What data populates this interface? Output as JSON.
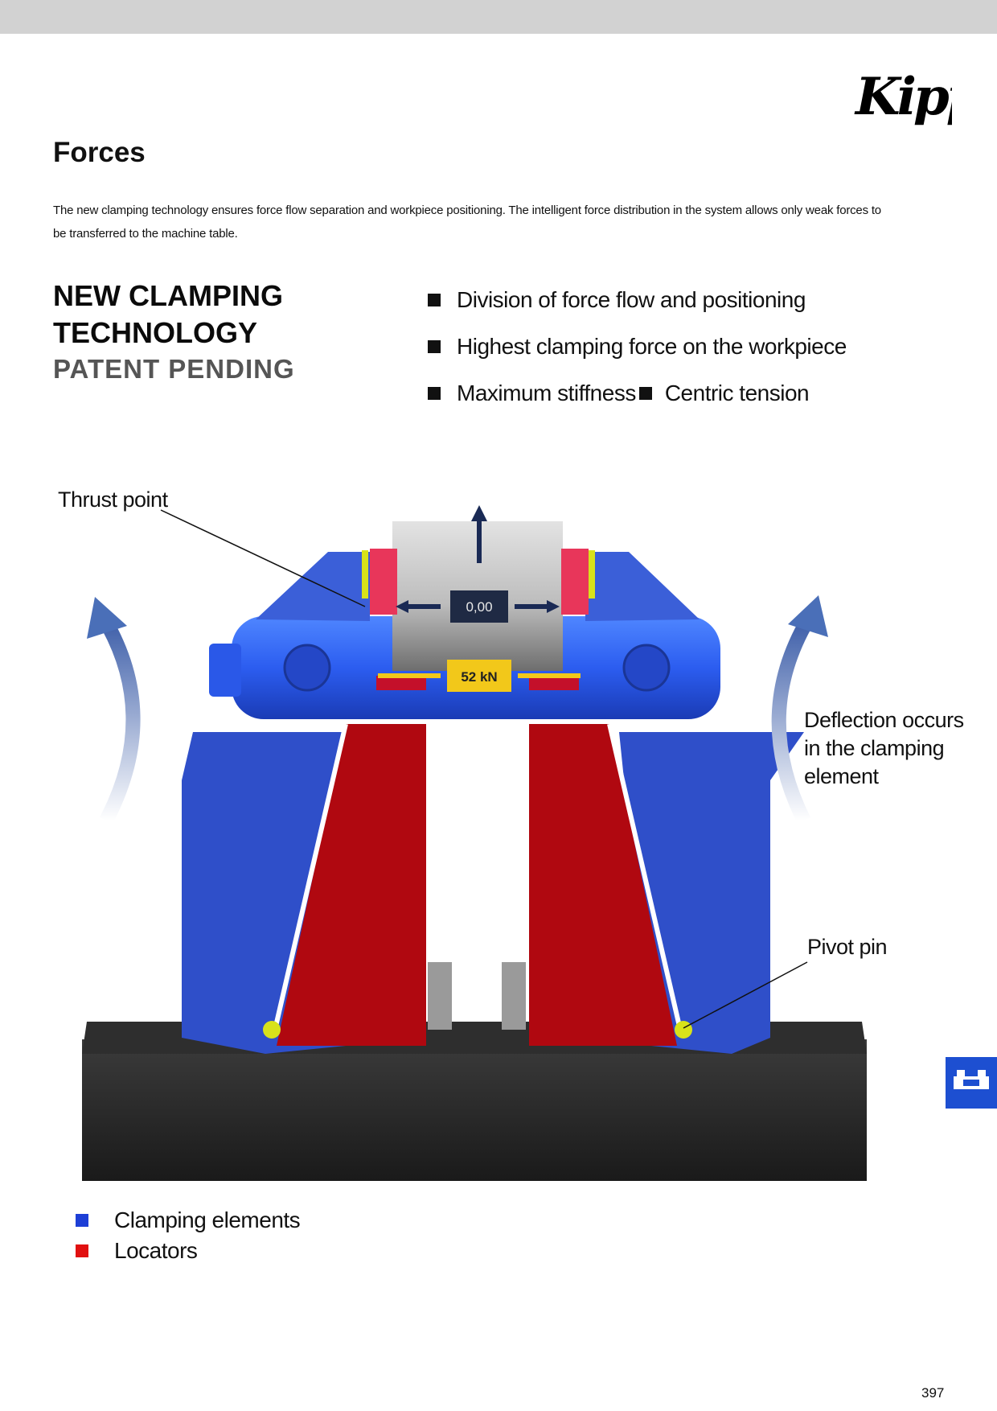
{
  "brand": {
    "logo_text": "Kipp"
  },
  "page": {
    "title": "Forces",
    "intro": "The new clamping technology ensures force flow separation and workpiece positioning. The intelligent force distribution in the system allows only weak forces to be transferred to the machine table.",
    "headline": "NEW CLAMPING TECHNOLOGY",
    "subhead": "PATENT PENDING",
    "page_number": "397"
  },
  "bullets": {
    "item1": "Division of force flow and positioning",
    "item2": "Highest clamping force on the workpiece",
    "item3a": "Maximum stiffness",
    "item3b": "Centric tension"
  },
  "diagram": {
    "workpiece_readout": "0,00",
    "force_readout": "52 kN",
    "label_thrust": "Thrust point",
    "label_deflection": "Deflection occurs in the clamping element",
    "label_pivot": "Pivot pin"
  },
  "legend": [
    {
      "label": "Clamping elements",
      "color": "#1d3fd6"
    },
    {
      "label": "Locators",
      "color": "#e11010"
    }
  ],
  "colors": {
    "brand_blue": "#1d4fd1",
    "clamp_blue": "#2f4fc9",
    "locator_red": "#b00810",
    "pad_pink": "#e8365a",
    "pivot_yellow": "#d8e21a"
  },
  "icons": {
    "side_tab": "vise-icon"
  }
}
